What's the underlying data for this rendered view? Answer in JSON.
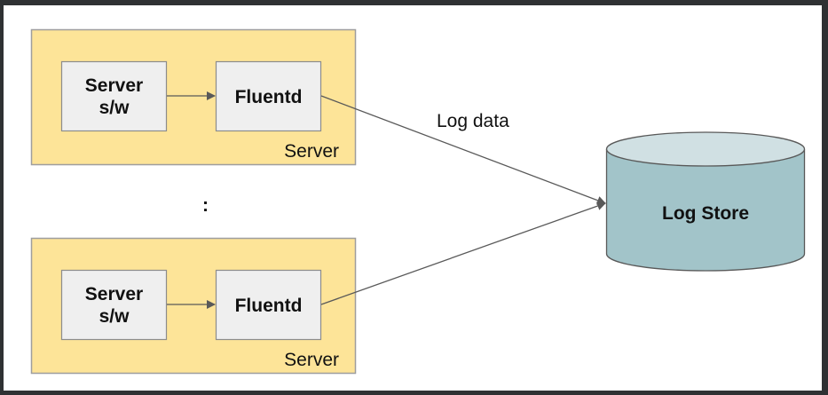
{
  "diagram": {
    "servers": [
      {
        "label": "Server",
        "software": [
          "Server",
          "s/w"
        ],
        "agent": "Fluentd"
      },
      {
        "label": "Server",
        "software": [
          "Server",
          "s/w"
        ],
        "agent": "Fluentd"
      }
    ],
    "ellipsis": ":",
    "edge_label": "Log data",
    "store": "Log Store",
    "colors": {
      "server_fill": "#fde498",
      "box_fill": "#efefef",
      "store_fill": "#a2c4c9",
      "store_top": "#d0e0e3",
      "stroke": "#7f7f7f"
    }
  }
}
